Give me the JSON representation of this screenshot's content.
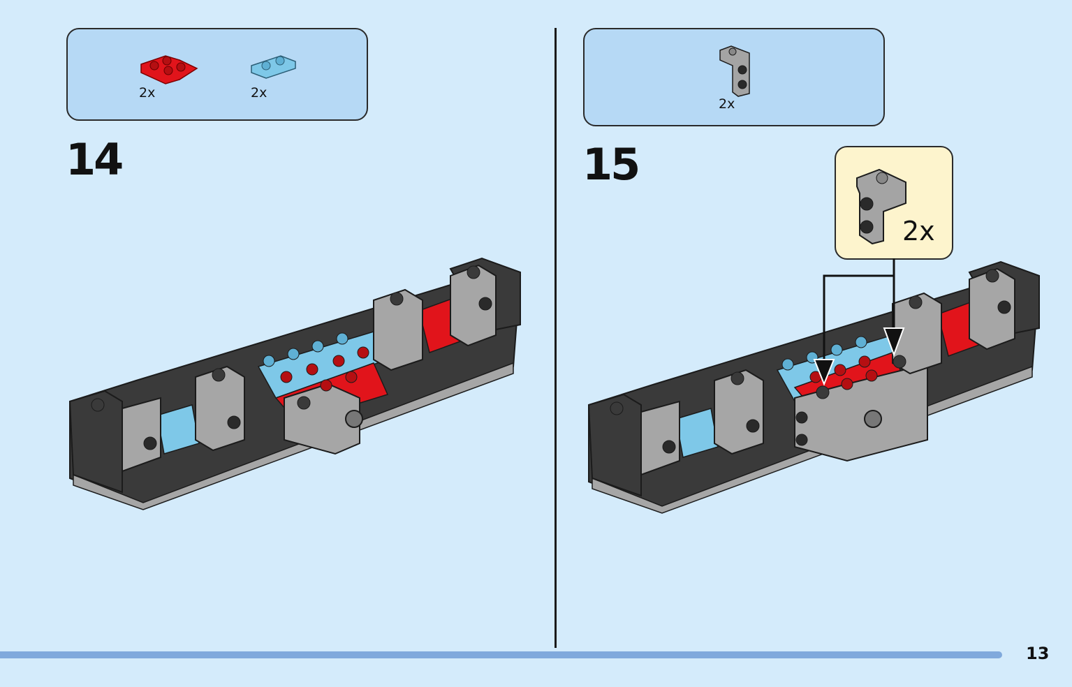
{
  "steps": [
    {
      "number": "14",
      "parts": [
        {
          "name": "red-l-plate",
          "qty": "2x",
          "color": "#e1141b"
        },
        {
          "name": "blue-1x2-plate",
          "qty": "2x",
          "color": "#7ec8e8"
        }
      ]
    },
    {
      "number": "15",
      "parts": [
        {
          "name": "grey-bracket",
          "qty": "2x",
          "color": "#a4a4a4"
        }
      ],
      "callout_qty": "2x"
    }
  ],
  "page_number": "13",
  "colors": {
    "background": "#d4ebfb",
    "parts_box": "#b6d9f5",
    "callout": "#fdf4cd",
    "bar": "#80a9dc",
    "dark": "#3a3a3a",
    "grey": "#a4a4a4",
    "red": "#e1141b",
    "blue": "#7ec8e8"
  }
}
